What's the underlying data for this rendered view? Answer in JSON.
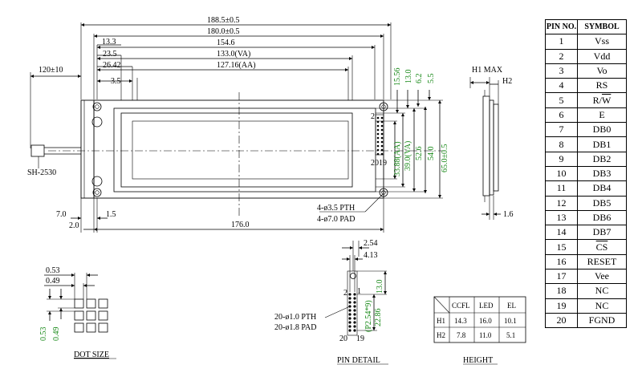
{
  "dims": {
    "overall_w": "188.5±0.5",
    "pcb_w": "180.0±0.5",
    "d_13_3": "13.3",
    "d_154_6": "154.6",
    "d_23_5": "23.5",
    "d_133_va": "133.0(VA)",
    "d_26_42": "26.42",
    "d_127_aa": "127.16(AA)",
    "d_3_5": "3.5",
    "cable_len": "120±10",
    "connector": "SH-2530",
    "d_7_0": "7.0",
    "d_1_5": "1.5",
    "d_2_0": "2.0",
    "d_176_0": "176.0",
    "hole1": "4-ø3.5 PTH",
    "hole2": "4-ø7.0 PAD",
    "v_15_56": "15.56",
    "v_13_0": "13.0",
    "v_6_2": "6.2",
    "v_5_5": "5.5",
    "v_33_88": "33.88(AA)",
    "v_39_0": "39.0(VA)",
    "v_52_6": "52.6",
    "v_54_0": "54.0",
    "v_65_0": "65.0±0.5",
    "pin2": "2",
    "pin20_19": "2019",
    "h1max": "H1 MAX",
    "h2": "H2",
    "d_1_6": "1.6"
  },
  "dot_size": {
    "title": "DOT SIZE",
    "w1": "0.53",
    "w2": "0.49",
    "h1": "0.53",
    "h2": "0.49"
  },
  "pin_detail": {
    "title": "PIN DETAIL",
    "d_2_54": "2.54",
    "d_4_13": "4.13",
    "d_13_0": "13.0",
    "pitch": "(P2.54*9)",
    "d_22_86": "22.86",
    "hole1": "20-ø1.0 PTH",
    "hole2": "20-ø1.8 PAD",
    "p2": "2",
    "p1": "1",
    "p20": "20",
    "p19": "19"
  },
  "height": {
    "title": "HEIGHT",
    "columns": [
      "CCFL",
      "LED",
      "EL"
    ],
    "rows": [
      {
        "label": "H1",
        "values": [
          "14.3",
          "16.0",
          "10.1"
        ]
      },
      {
        "label": "H2",
        "values": [
          "7.8",
          "11.0",
          "5.1"
        ]
      }
    ]
  },
  "pin_table": {
    "headers": [
      "PIN NO.",
      "SYMBOL"
    ],
    "rows": [
      {
        "no": "1",
        "symbol": "Vss"
      },
      {
        "no": "2",
        "symbol": "Vdd"
      },
      {
        "no": "3",
        "symbol": "Vo"
      },
      {
        "no": "4",
        "symbol": "RS"
      },
      {
        "no": "5",
        "symbol": "R/W"
      },
      {
        "no": "6",
        "symbol": "E"
      },
      {
        "no": "7",
        "symbol": "DB0"
      },
      {
        "no": "8",
        "symbol": "DB1"
      },
      {
        "no": "9",
        "symbol": "DB2"
      },
      {
        "no": "10",
        "symbol": "DB3"
      },
      {
        "no": "11",
        "symbol": "DB4"
      },
      {
        "no": "12",
        "symbol": "DB5"
      },
      {
        "no": "13",
        "symbol": "DB6"
      },
      {
        "no": "14",
        "symbol": "DB7"
      },
      {
        "no": "15",
        "symbol": "CS"
      },
      {
        "no": "16",
        "symbol": "RESET"
      },
      {
        "no": "17",
        "symbol": "Vee"
      },
      {
        "no": "18",
        "symbol": "NC"
      },
      {
        "no": "19",
        "symbol": "NC"
      },
      {
        "no": "20",
        "symbol": "FGND"
      }
    ]
  }
}
